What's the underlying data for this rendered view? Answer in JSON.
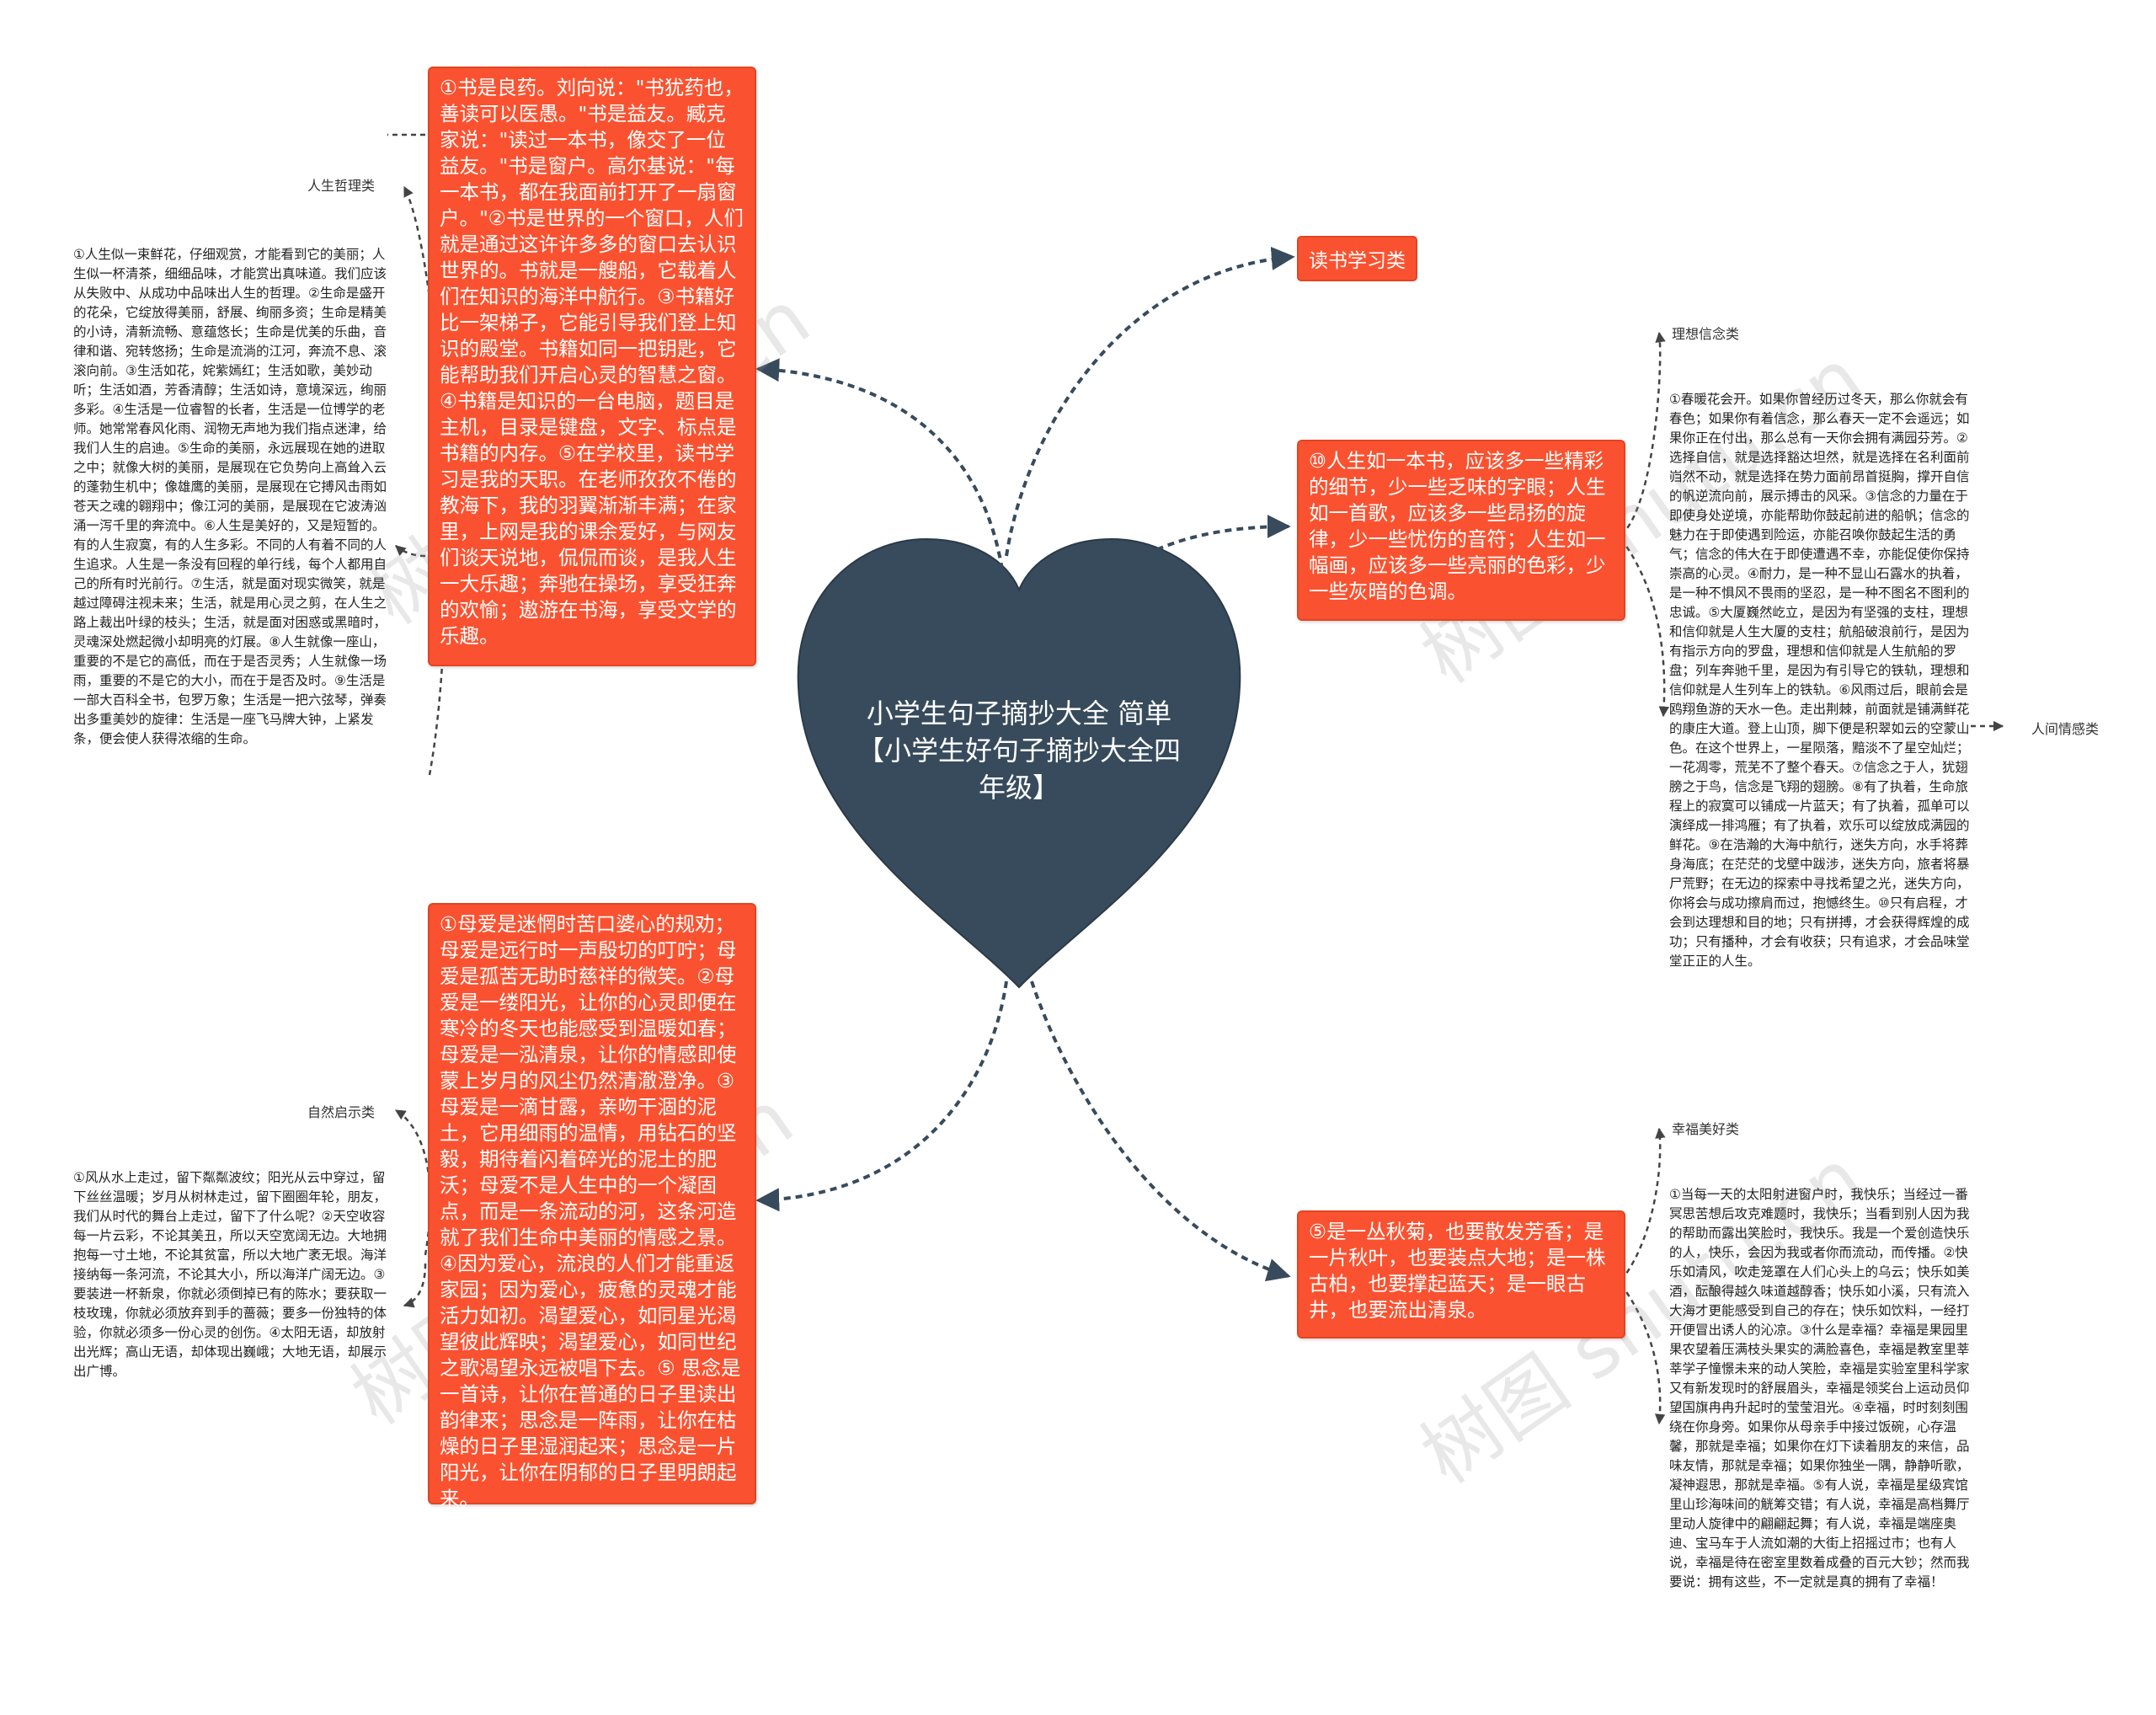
{
  "center": {
    "title": "小学生句子摘抄大全 简单【小学生好句子摘抄大全四年级】",
    "color": "#374b5c"
  },
  "branches": {
    "reading_tag": "读书学习类",
    "reading_text": "①书是良药。刘向说：\"书犹药也，善读可以医愚。\"书是益友。臧克家说：\"读过一本书，像交了一位益友。\"书是窗户。高尔基说：\"每一本书，都在我面前打开了一扇窗户。\"②书是世界的一个窗口，人们就是通过这许许多多的窗口去认识世界的。书就是一艘船，它载着人们在知识的海洋中航行。③书籍好比一架梯子，它能引导我们登上知识的殿堂。书籍如同一把钥匙，它能帮助我们开启心灵的智慧之窗。④书籍是知识的一台电脑，题目是主机，目录是键盘，文字、标点是书籍的内存。⑤在学校里，读书学习是我的天职。在老师孜孜不倦的教海下，我的羽翼渐渐丰满；在家里，上网是我的课余爱好，与网友们谈天说地，侃侃而谈，是我人生一大乐趣；奔驰在操场，享受狂奔的欢愉；遨游在书海，享受文学的乐趣。",
    "mother_text": "①母爱是迷惘时苦口婆心的规劝；母爱是远行时一声殷切的叮咛；母爱是孤苦无助时慈祥的微笑。②母爱是一缕阳光，让你的心灵即便在寒冷的冬天也能感受到温暖如春；母爱是一泓清泉，让你的情感即使蒙上岁月的风尘仍然清澈澄净。③母爱是一滴甘露，亲吻干涸的泥土，它用细雨的温情，用钻石的坚毅，期待着闪着碎光的泥土的肥沃；母爱不是人生中的一个凝固点，而是一条流动的河，这条河造就了我们生命中美丽的情感之景。④因为爱心，流浪的人们才能重返家园；因为爱心，疲惫的灵魂才能活力如初。渴望爱心，如同星光渴望彼此辉映；渴望爱心，如同世纪之歌渴望永远被唱下去。⑤ 思念是一首诗，让你在普通的日子里读出韵律来；思念是一阵雨，让你在枯燥的日子里湿润起来；思念是一片阳光，让你在阴郁的日子里明朗起来。",
    "life_book_text": "⑩人生如一本书，应该多一些精彩的细节，少一些乏味的字眼；人生如一首歌，应该多一些昂扬的旋律，少一些忧伤的音符；人生如一幅画，应该多一些亮丽的色彩，少一些灰暗的色调。",
    "chrysanthemum_text": "⑤是一丛秋菊，也要散发芳香；是一片秋叶，也要装点大地；是一株古柏，也要撑起蓝天；是一眼古井，也要流出清泉。",
    "philosophy_label": "人生哲理类",
    "philosophy_text": "①人生似一束鲜花，仔细观赏，才能看到它的美丽；人生似一杯清茶，细细品味，才能赏出真味道。我们应该从失败中、从成功中品味出人生的哲理。②生命是盛开的花朵，它绽放得美丽，舒展、绚丽多资；生命是精美的小诗，清新流畅、意蕴悠长；生命是优美的乐曲，音律和谐、宛转悠扬；生命是流淌的江河，奔流不息、滚滚向前。③生活如花，姹紫嫣红；生活如歌，美妙动听；生活如酒，芳香清醇；生活如诗，意境深远，绚丽多彩。④生活是一位睿智的长者，生活是一位博学的老师。她常常春风化雨、润物无声地为我们指点迷津，给我们人生的启迪。⑤生命的美丽，永远展现在她的进取之中；就像大树的美丽，是展现在它负势向上高耸入云的蓬勃生机中；像雄鹰的美丽，是展现在它搏风击雨如苍天之魂的翱翔中；像江河的美丽，是展现在它波涛汹涌一泻千里的奔流中。⑥人生是美好的，又是短暂的。有的人生寂寞，有的人生多彩。不同的人有着不同的人生追求。人生是一条没有回程的单行线，每个人都用自己的所有时光前行。⑦生活，就是面对现实微笑，就是越过障碍注视未来；生活，就是用心灵之剪，在人生之路上裁出叶绿的枝头；生活，就是面对困惑或黑暗时，灵魂深处燃起微小却明亮的灯展。⑧人生就像一座山，重要的不是它的高低，而在于是否灵秀；人生就像一场雨，重要的不是它的大小，而在于是否及时。⑨生活是一部大百科全书，包罗万象；生活是一把六弦琴，弹奏出多重美妙的旋律：生活是一座飞马牌大钟，上紧发条，便会使人获得浓缩的生命。",
    "nature_label": "自然启示类",
    "nature_text": "①风从水上走过，留下粼粼波纹；阳光从云中穿过，留下丝丝温暖；岁月从树林走过，留下圈圈年轮，朋友，我们从时代的舞台上走过，留下了什么呢？②天空收容每一片云彩，不论其美丑，所以天空宽阔无边。大地拥抱每一寸土地，不论其贫富，所以大地广袤无垠。海洋接纳每一条河流，不论其大小，所以海洋广阔无边。③要装进一杯新泉，你就必须倒掉已有的陈水；要获取一枝玫瑰，你就必须放弃到手的蔷薇；要多一份独特的体验，你就必须多一份心灵的创伤。④太阳无语，却放射出光辉；高山无语，却体现出巍峨；大地无语，却展示出广博。",
    "ideal_label": "理想信念类",
    "ideal_text": "①春暖花会开。如果你曾经历过冬天，那么你就会有春色；如果你有着信念，那么春天一定不会遥远；如果你正在付出，那么总有一天你会拥有满园芬芳。②选择自信，就是选择豁达坦然，就是选择在名利面前岿然不动，就是选择在势力面前昂首挺胸，撑开自信的帆逆流向前，展示搏击的风采。③信念的力量在于即使身处逆境，亦能帮助你鼓起前进的船帆；信念的魅力在于即使遇到险运，亦能召唤你鼓起生活的勇气；信念的伟大在于即使遭遇不幸，亦能促使你保持崇高的心灵。④耐力，是一种不显山石露水的执着，是一种不惧风不畏雨的坚忍，是一种不图名不图利的忠诚。⑤大厦巍然屹立，是因为有坚强的支柱，理想和信仰就是人生大厦的支柱；航船破浪前行，是因为有指示方向的罗盘，理想和信仰就是人生航船的罗盘；列车奔驰千里，是因为有引导它的铁轨，理想和信仰就是人生列车上的铁轨。⑥风雨过后，眼前会是鸥翔鱼游的天水一色。走出荆棘，前面就是铺满鲜花的康庄大道。登上山顶，脚下便是积翠如云的空蒙山色。在这个世界上，一星陨落，黯淡不了星空灿烂；一花凋零，荒芜不了整个春天。⑦信念之于人，犹翅膀之于鸟，信念是飞翔的翅膀。⑧有了执着，生命旅程上的寂寞可以铺成一片蓝天；有了执着，孤单可以演绎成一排鸿雁；有了执着，欢乐可以绽放成满园的鲜花。⑨在浩瀚的大海中航行，迷失方向，水手将葬身海底；在茫茫的戈壁中跋涉，迷失方向，旅者将暴尸荒野；在无边的探索中寻找希望之光，迷失方向，你将会与成功擦肩而过，抱憾终生。⑩只有启程，才会到达理想和目的地；只有拼搏，才会获得辉煌的成功；只有播种，才会有收获；只有追求，才会品味堂堂正正的人生。",
    "emotion_label": "人间情感类",
    "happiness_label": "幸福美好类",
    "happiness_text": "①当每一天的太阳射进窗户时，我快乐；当经过一番冥思苦想后攻克难题时，我快乐；当看到别人因为我的帮助而露出笑脸时，我快乐。我是一个爱创造快乐的人，快乐，会因为我或者你而流动，而传播。②快乐如清风，吹走笼罩在人们心头上的乌云；快乐如美酒，酝酿得越久味道越醇香；快乐如小溪，只有流入大海才更能感受到自己的存在；快乐如饮料，一经打开便冒出诱人的沁凉。③什么是幸福？幸福是果园里果农望着压满枝头果实的满脸喜色，幸福是教室里莘莘学子憧憬未来的动人笑脸，幸福是实验室里科学家又有新发现时的舒展眉头，幸福是领奖台上运动员仰望国旗冉冉升起时的莹莹泪光。④幸福，时时刻刻围绕在你身旁。如果你从母亲手中接过饭碗，心存温馨，那就是幸福；如果你在灯下读着朋友的来信，品味友情，那就是幸福；如果你独坐一隅，静静听歌，凝神遐思，那就是幸福。⑤有人说，幸福是星级宾馆里山珍海味间的觥筹交错；有人说，幸福是高档舞厅里动人旋律中的翩翩起舞；有人说，幸福是端座奥迪、宝马车于人流如潮的大街上招摇过市；也有人说，幸福是待在密室里数着成叠的百元大钞；然而我要说：拥有这些，不一定就是真的拥有了幸福！"
  },
  "watermarks": [
    "树图 shutu.cn",
    "树图 shutu.cn",
    "树图 shutu.cn",
    "树图 shutu.cn"
  ],
  "colors": {
    "node": "#fa5230",
    "link": "#374b5c"
  }
}
